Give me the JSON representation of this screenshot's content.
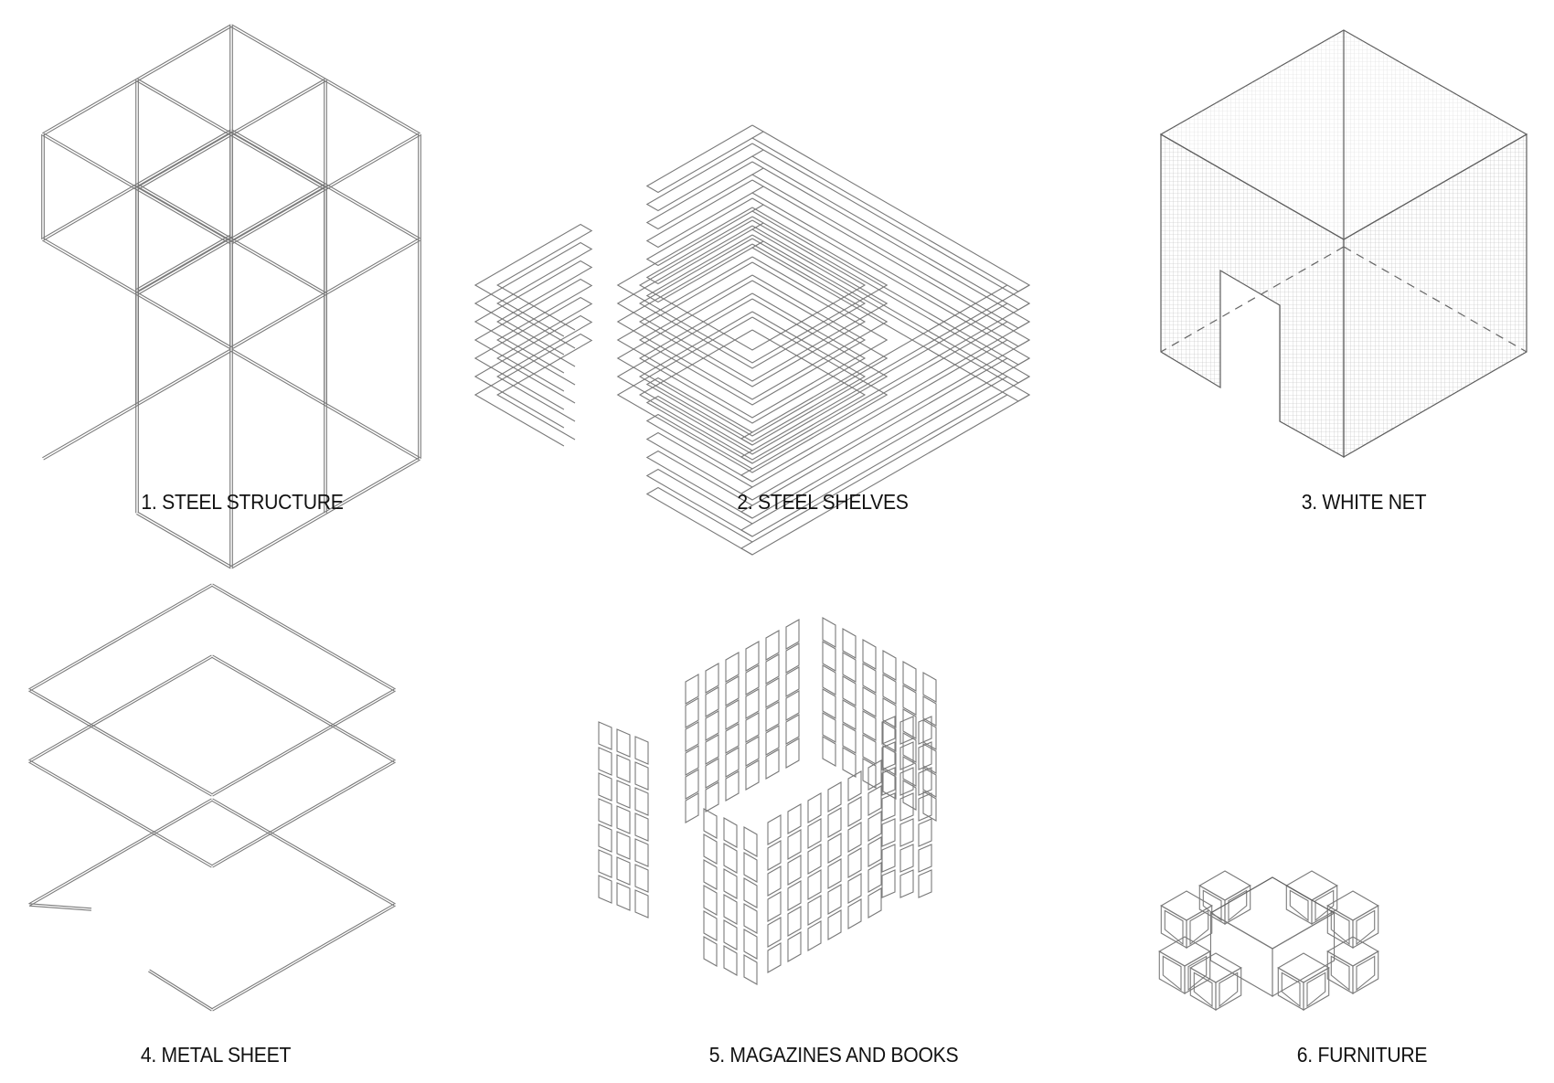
{
  "diagram": {
    "type": "exploded isometric component diagram",
    "panels": [
      {
        "id": 1,
        "label": "1. STEEL STRUCTURE",
        "depicts": "steel frame cube with door opening"
      },
      {
        "id": 2,
        "label": "2. STEEL SHELVES",
        "depicts": "stacked square shelf rings with opening"
      },
      {
        "id": 3,
        "label": "3. WHITE NET",
        "depicts": "mesh-covered cube with door cutout and hidden dashed edges"
      },
      {
        "id": 4,
        "label": "4. METAL SHEET",
        "depicts": "three square metal frames, bottom one open at door"
      },
      {
        "id": 5,
        "label": "5. MAGAZINES AND BOOKS",
        "depicts": "grid of tilted magazines arranged on cube walls"
      },
      {
        "id": 6,
        "label": "6. FURNITURE",
        "depicts": "square table surrounded by eight cube stools"
      }
    ],
    "colors": {
      "background": "#ffffff",
      "line": "#7a7a7a",
      "text": "#111111"
    }
  }
}
